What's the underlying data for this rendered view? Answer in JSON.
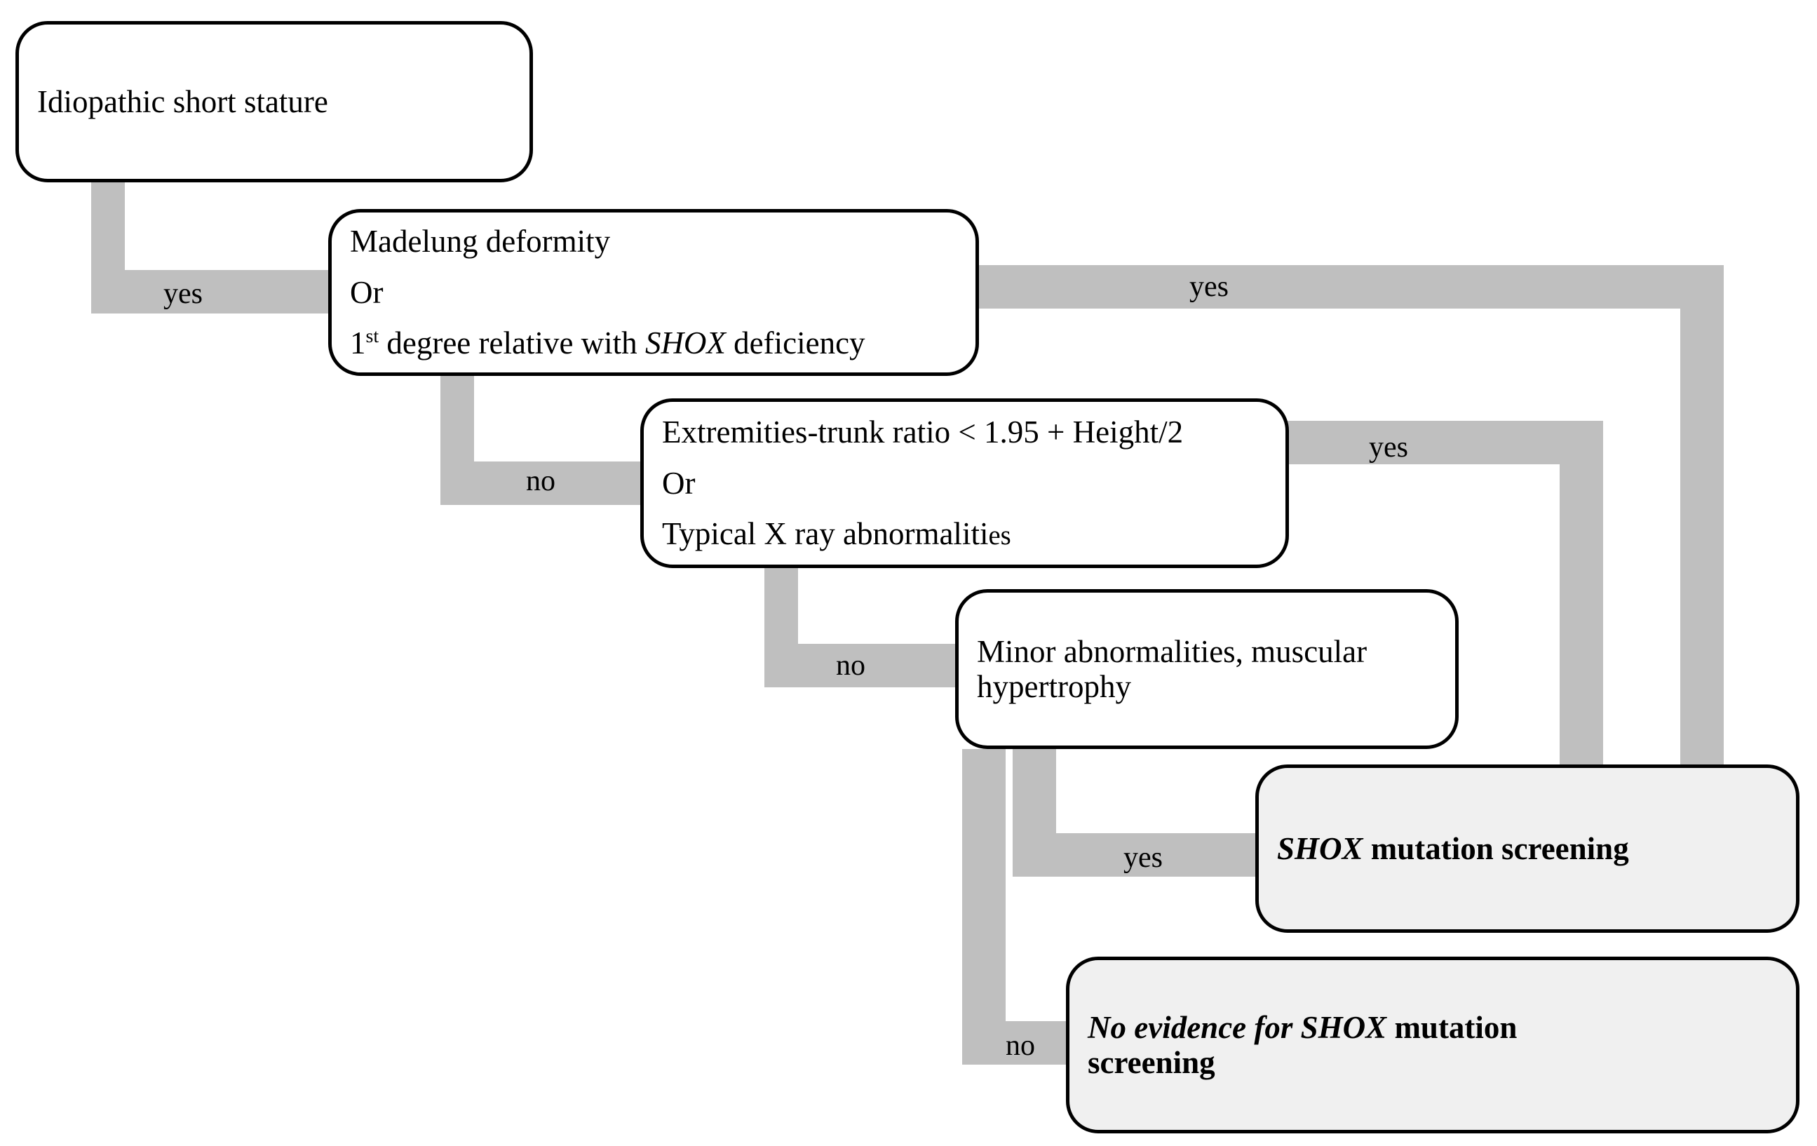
{
  "diagram": {
    "title": "SHOX deficiency diagnostic flowchart",
    "colors": {
      "connector": "#BFBFBF",
      "box_border": "#000000",
      "box_fill": "#FFFFFF",
      "result_fill": "#F0F0F0",
      "text": "#000000"
    }
  },
  "nodes": {
    "start": {
      "id": "idiopathic-short-stature",
      "text": "Idiopathic short stature"
    },
    "madelung": {
      "id": "madelung-deformity",
      "line1": "Madelung deformity",
      "line2": "Or",
      "line3_prefix": "1",
      "line3_sup": "st",
      "line3_mid": " degree relative with ",
      "line3_gene": "SHOX",
      "line3_suffix": " deficiency"
    },
    "ratio": {
      "id": "extremities-trunk-ratio",
      "line1": "Extremities-trunk ratio  < 1.95 + Height/2",
      "line2": "Or",
      "line3_main": "Typical X ray abnormaliti",
      "line3_tail": "es"
    },
    "minor": {
      "id": "minor-abnormalities",
      "line1": "Minor abnormalities, muscular",
      "line2": "hypertrophy"
    },
    "screening": {
      "id": "shox-mutation-screening",
      "gene": "SHOX",
      "rest": " mutation screening"
    },
    "no_screening": {
      "id": "no-evidence-screening",
      "lead": "No evidence for SHOX",
      "rest": " mutation",
      "line2": "screening"
    }
  },
  "edges": {
    "start_yes": {
      "label": "yes"
    },
    "madelung_yes": {
      "label": "yes"
    },
    "madelung_no": {
      "label": "no"
    },
    "ratio_yes": {
      "label": "yes"
    },
    "ratio_no": {
      "label": "no"
    },
    "minor_yes": {
      "label": "yes"
    },
    "minor_no": {
      "label": "no"
    }
  }
}
